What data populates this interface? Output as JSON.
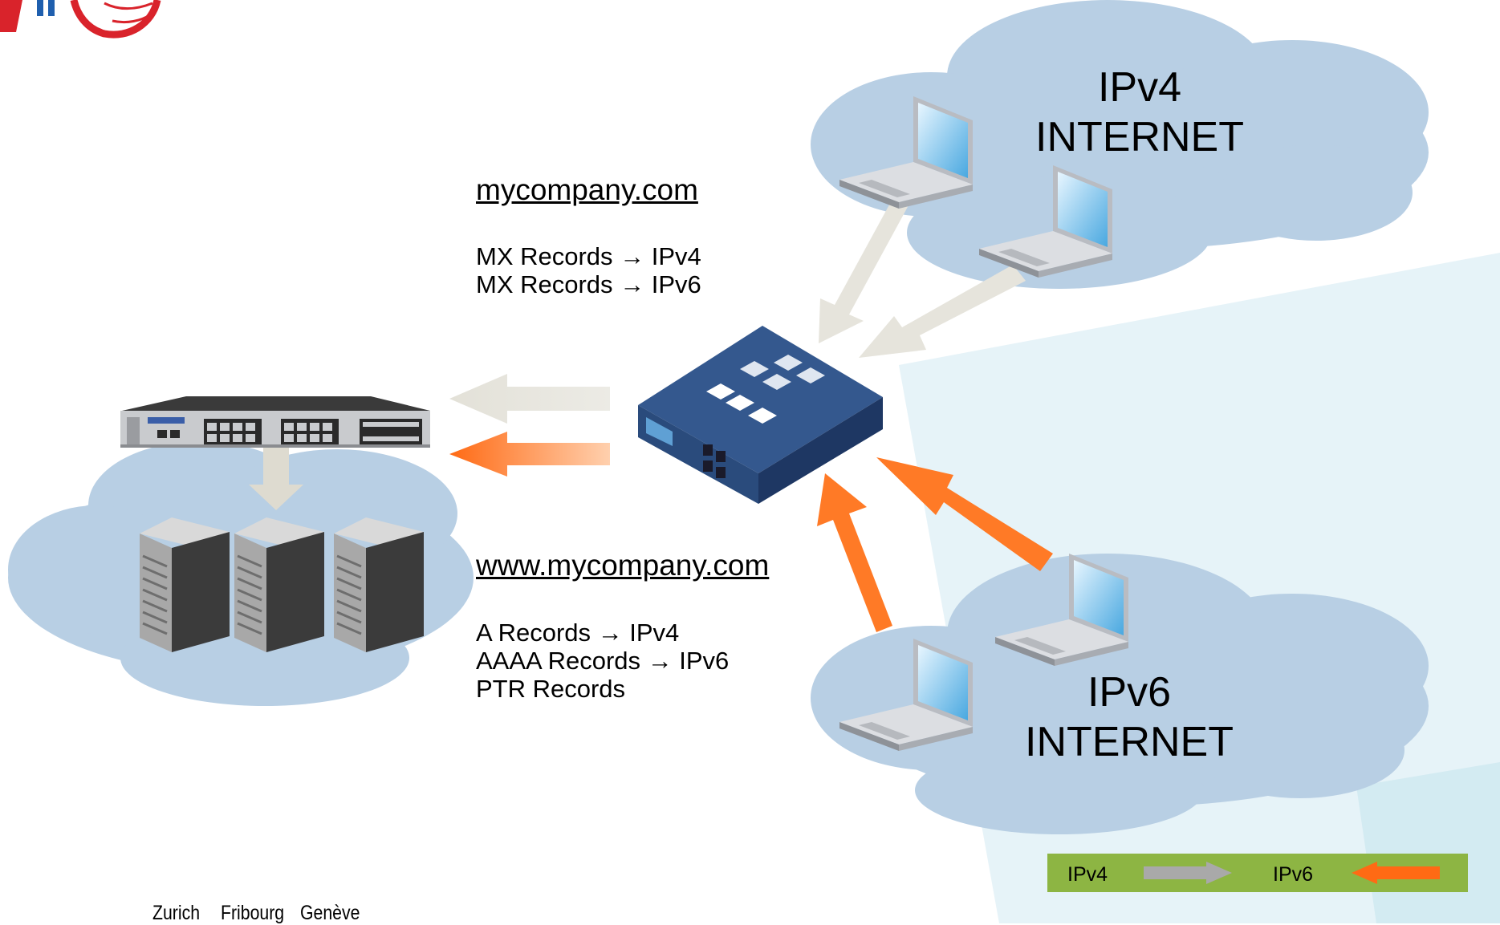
{
  "domains": {
    "mail": {
      "heading": "mycompany.com",
      "records": [
        "MX Records → IPv4",
        "MX Records → IPv6"
      ]
    },
    "web": {
      "heading": "www.mycompany.com",
      "records": [
        "A Records → IPv4",
        "AAAA Records → IPv6",
        "PTR Records"
      ]
    }
  },
  "clouds": {
    "ipv4": [
      "IPv4",
      "INTERNET"
    ],
    "ipv6": [
      "IPv6",
      "INTERNET"
    ]
  },
  "legend": {
    "ipv4_label": "IPv4",
    "ipv6_label": "IPv6",
    "background": "#8db543",
    "ipv4_color": "#a9a9a9",
    "ipv6_color": "#ff6a14"
  },
  "footer": {
    "cities": [
      "Zurich",
      "Fribourg",
      "Genève"
    ]
  },
  "colors": {
    "cloud": "#b8cfe4",
    "ipv4_arrow": "#e6e4dc",
    "ipv6_arrow": "#ff7a26",
    "firewall": "#2e4f82",
    "background_panel": "#e6f3f8"
  },
  "icons": [
    "logo-icon",
    "laptop-icon",
    "firewall-icon",
    "switch-icon",
    "server-icon"
  ]
}
